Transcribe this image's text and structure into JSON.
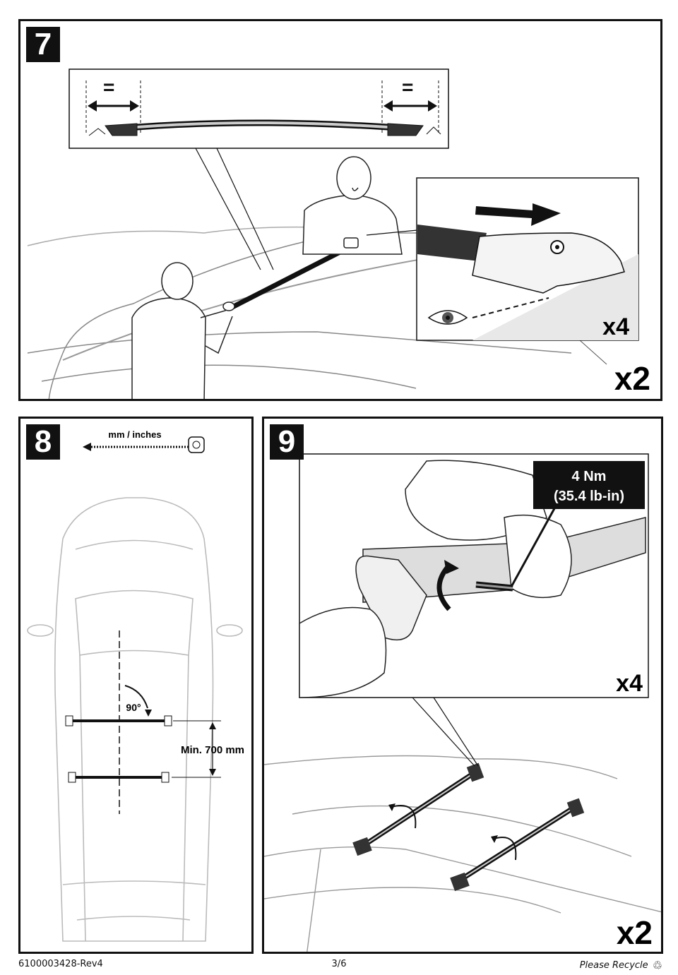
{
  "steps": [
    {
      "number": "7",
      "detail_multiplier": "x4",
      "multiplier": "x2",
      "equal_mark": "="
    },
    {
      "number": "8",
      "tape_label": "mm / inches",
      "angle_label": "90°",
      "distance_label": "Min. 700 mm"
    },
    {
      "number": "9",
      "torque_line1": "4 Nm",
      "torque_line2": "(35.4 lb-in)",
      "detail_multiplier": "x4",
      "multiplier": "x2"
    }
  ],
  "footer": {
    "doc_id": "6100003428-Rev4",
    "page": "3/6",
    "recycle_text": "Please Recycle"
  }
}
